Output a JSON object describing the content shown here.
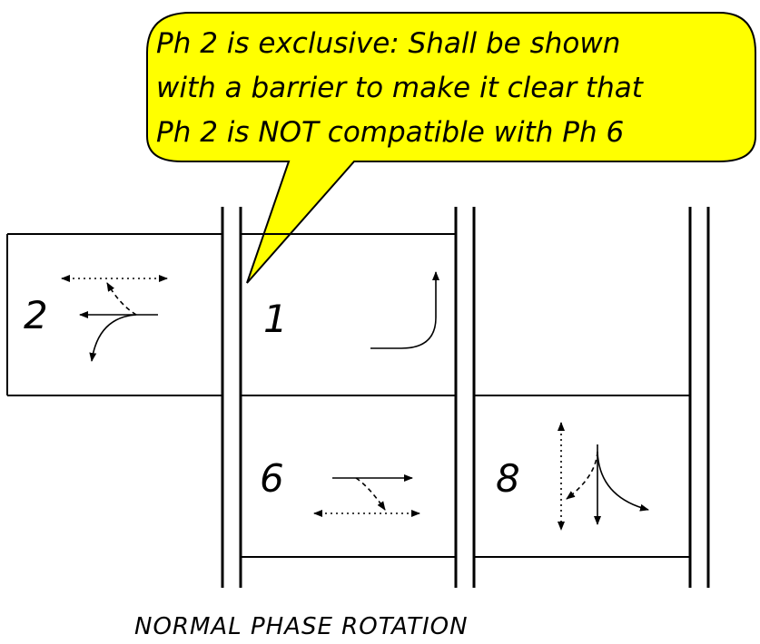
{
  "callout": {
    "line1": "Ph 2 is exclusive: Shall be shown",
    "line2": "with a barrier to make it clear that",
    "line3": "Ph 2 is NOT compatible with Ph 6",
    "fill_color": "#ffff00"
  },
  "phases": {
    "p2": "2",
    "p1": "1",
    "p6": "6",
    "p8": "8"
  },
  "caption": "NORMAL PHASE ROTATION"
}
